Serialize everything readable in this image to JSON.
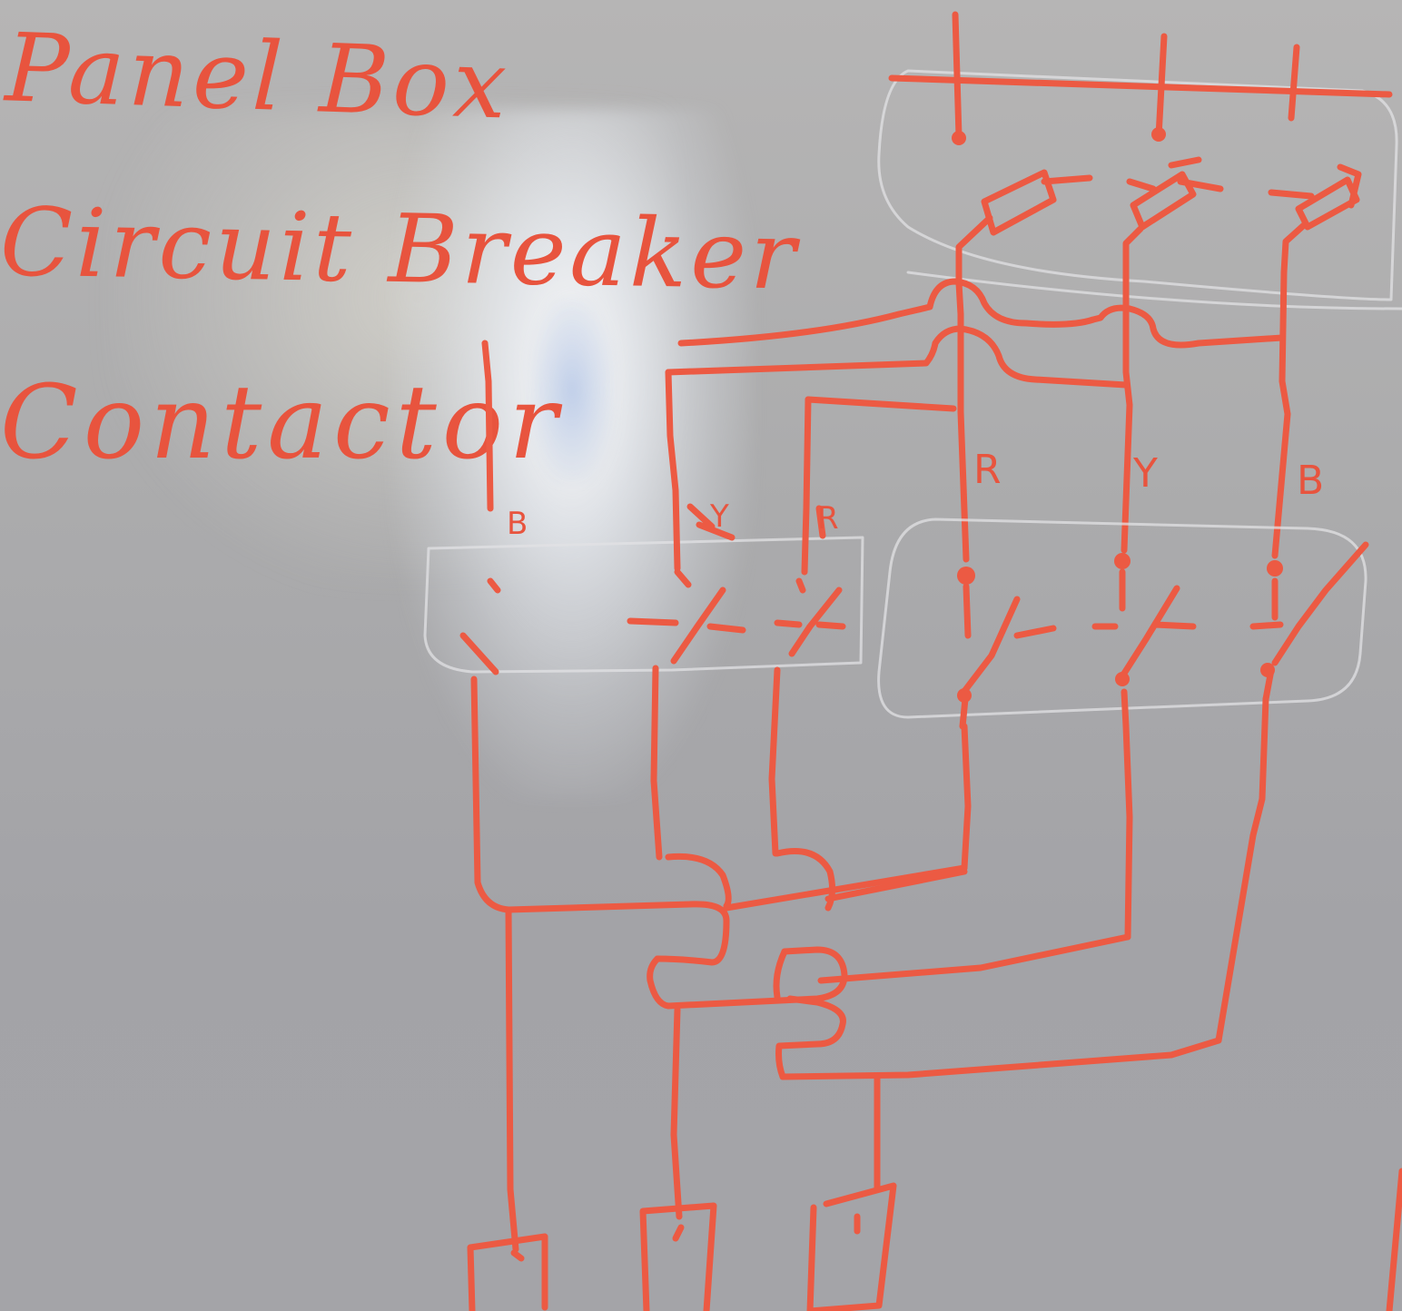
{
  "labels": {
    "panel_box": "Panel Box",
    "circuit_breaker": "Circuit Breaker",
    "contactor": "Contactor"
  },
  "phases": {
    "main": [
      "R",
      "Y",
      "B"
    ],
    "reversed": [
      "B",
      "Y",
      "R"
    ]
  },
  "colors": {
    "marker": "#ec5a43",
    "board": "#a9a9ac",
    "outline": "#e3e3e6"
  }
}
